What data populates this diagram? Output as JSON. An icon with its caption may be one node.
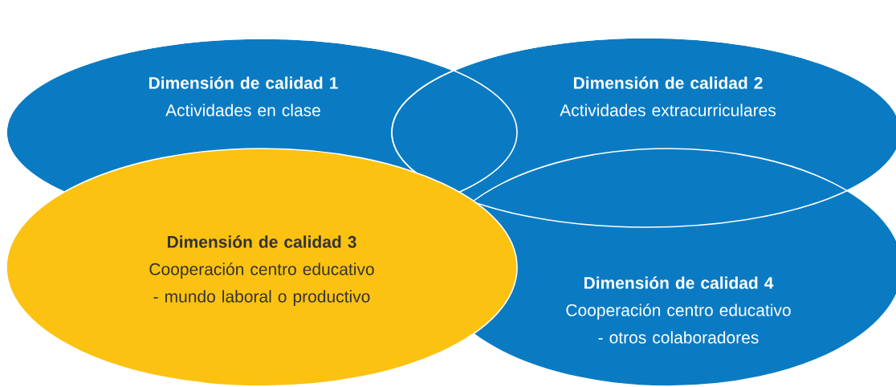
{
  "diagram": {
    "nodes": [
      {
        "text": [
          "Dimensión de calidad 1",
          "Actividades en clase"
        ]
      },
      {
        "text": [
          "Dimensión de calidad 2",
          "Actividades extracurriculares"
        ]
      },
      {
        "text": [
          "Dimensión de calidad 3",
          "Cooperación centro educativo - mundo laboral o productivo"
        ]
      },
      {
        "text": [
          "Dimensión de calidad 4",
          "Cooperación centro educativo - otros colaboradores"
        ]
      }
    ]
  }
}
